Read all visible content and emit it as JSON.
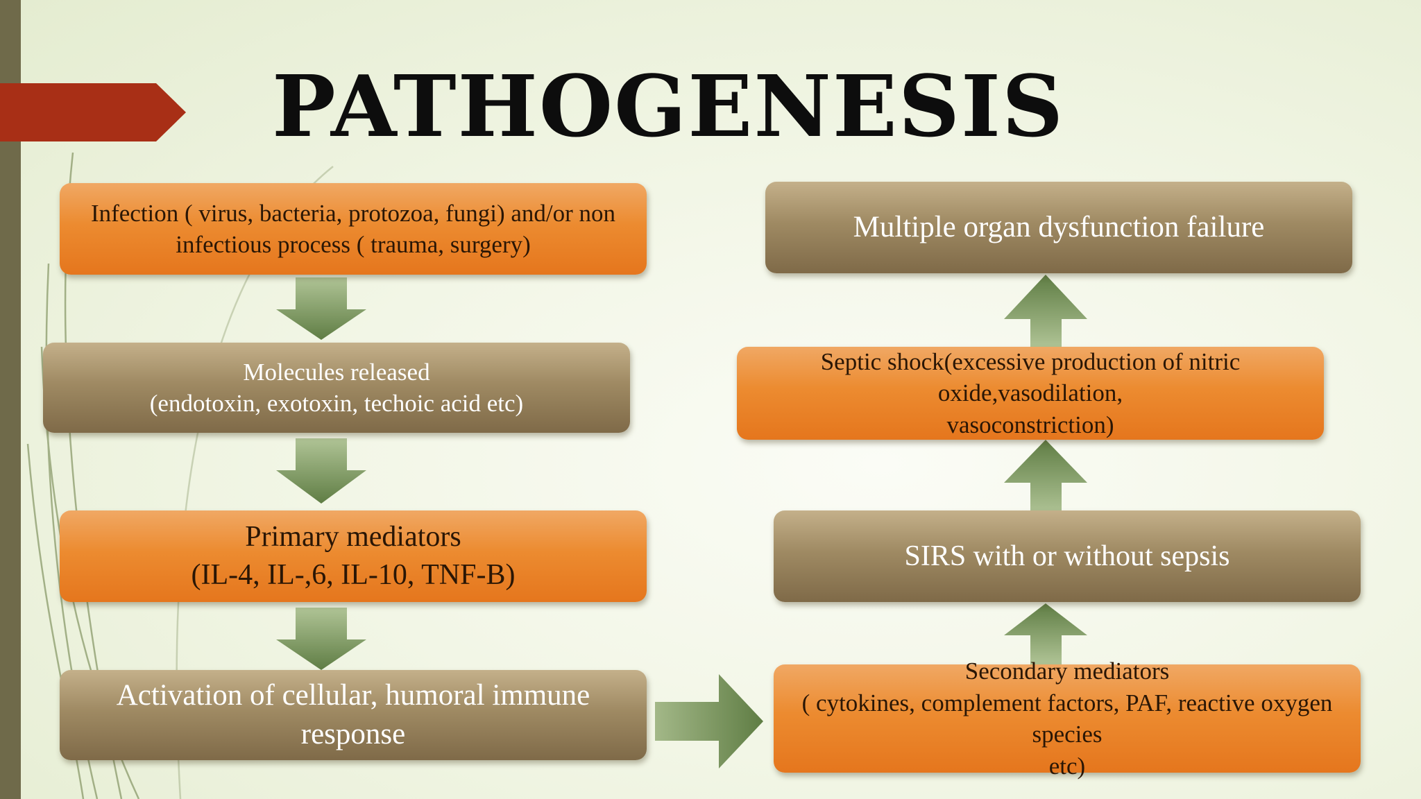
{
  "title": "PATHOGENESIS",
  "colors": {
    "orange": "#ec8b30",
    "brown": "#9f8a63",
    "arrow": "#6f8a52",
    "accent": "#a82f16",
    "sidebar": "#6f6a4a"
  },
  "boxes": {
    "infection": {
      "line1": "Infection ( virus, bacteria, protozoa, fungi) and/or non",
      "line2": "infectious process ( trauma, surgery)"
    },
    "molecules": {
      "line1": "Molecules released",
      "line2": "(endotoxin, exotoxin, techoic acid etc)"
    },
    "primary": {
      "line1": "Primary mediators",
      "line2": "(IL-4, IL-,6, IL-10, TNF-B)"
    },
    "activation": {
      "line1": "Activation of cellular, humoral immune response"
    },
    "secondary": {
      "line1": "Secondary mediators",
      "line2": "( cytokines, complement factors, PAF, reactive oxygen species",
      "line3": "etc)"
    },
    "sirs": {
      "line1": "SIRS with or without sepsis"
    },
    "septic": {
      "line1": "Septic shock(excessive production of nitric oxide,vasodilation,",
      "line2": "vasoconstriction)"
    },
    "mods": {
      "line1": "Multiple organ dysfunction failure"
    }
  }
}
